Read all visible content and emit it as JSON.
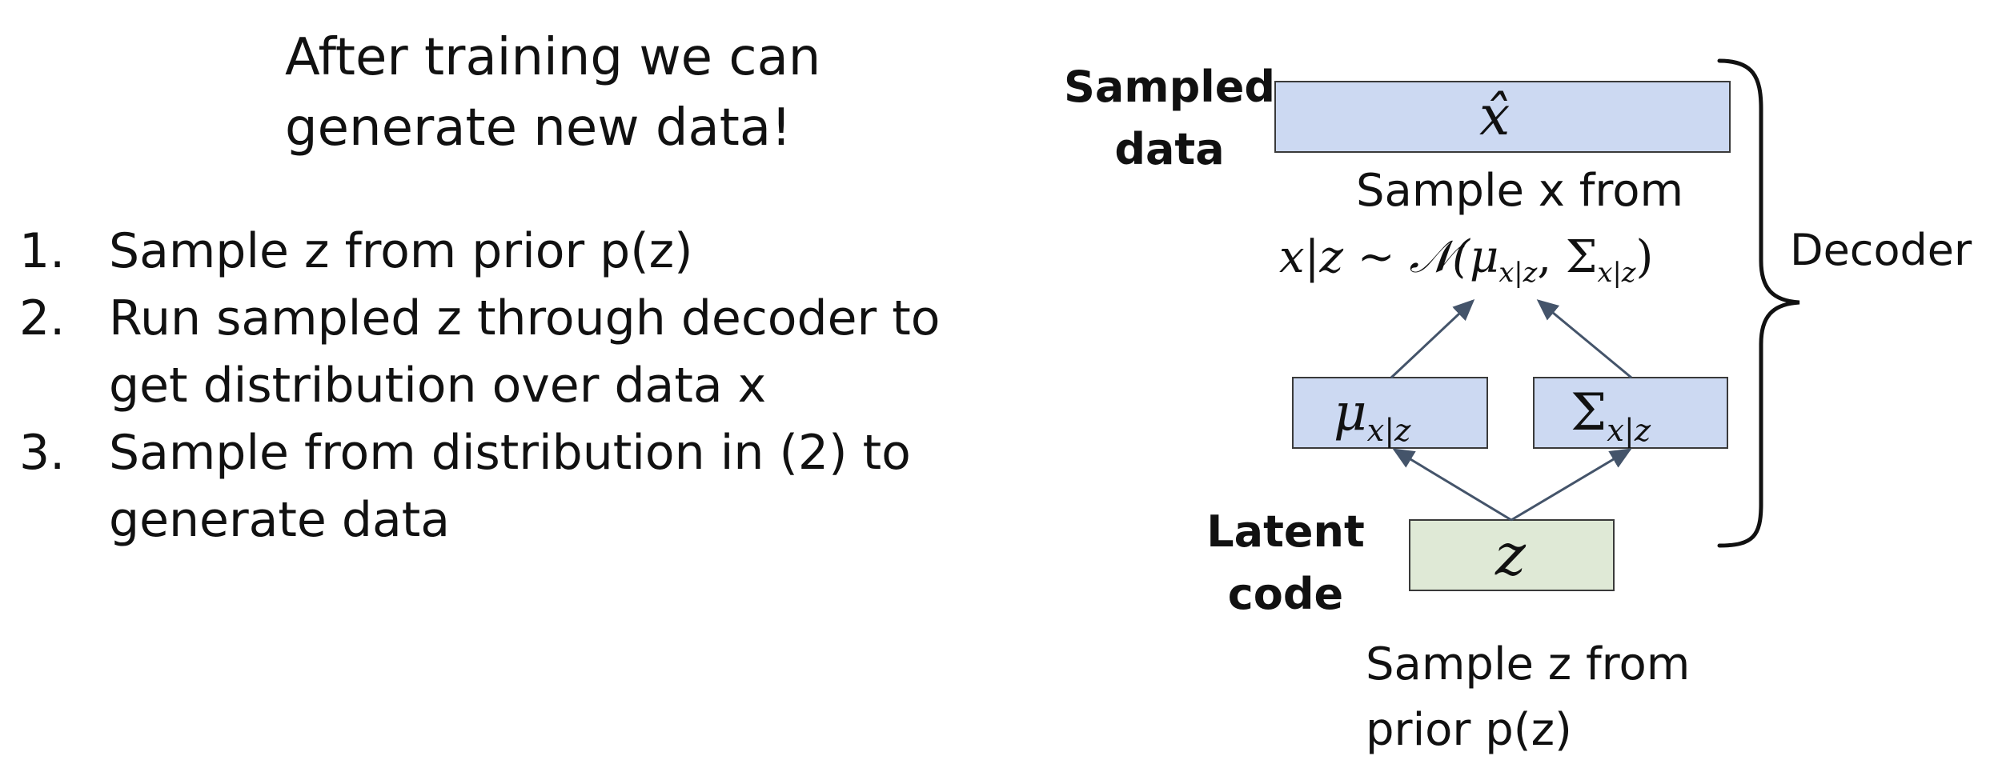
{
  "heading": {
    "line1": "After training we can",
    "line2": "generate new data!"
  },
  "steps": [
    {
      "num": "1.",
      "lines": [
        "Sample z from prior p(z)"
      ]
    },
    {
      "num": "2.",
      "lines": [
        "Run sampled z through decoder to",
        "get distribution over data x"
      ]
    },
    {
      "num": "3.",
      "lines": [
        "Sample from distribution in (2) to",
        "generate data"
      ]
    }
  ],
  "diagram": {
    "sampled_data_label": [
      "Sampled",
      "data"
    ],
    "latent_code_label": [
      "Latent",
      "code"
    ],
    "x_hat": "x̂",
    "sample_x_text": "Sample x from",
    "distribution": {
      "lhs": "x|z ~ 𝒩(μ",
      "mu_sub": "x|z",
      "mid": ", Σ",
      "sigma_sub": "x|z",
      "rhs": ")"
    },
    "mu_box": {
      "symbol": "μ",
      "sub": "x|z"
    },
    "sigma_box": {
      "symbol": "Σ",
      "sub": "x|z"
    },
    "z_box": "z",
    "decoder_label": "Decoder",
    "sample_z_text": [
      "Sample z from",
      "prior p(z)"
    ],
    "colors": {
      "blue_box": "#ccd9f2",
      "green_box": "#dfe9d6",
      "box_border": "#3a3a3a",
      "arrow": "#44546a"
    }
  }
}
